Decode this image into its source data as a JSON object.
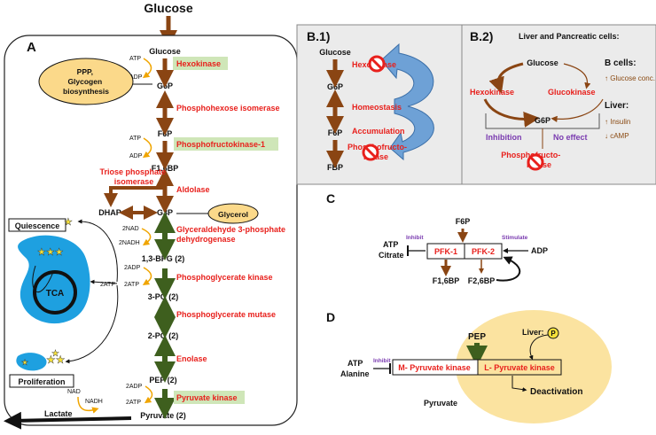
{
  "colors": {
    "brown_arrow": "#8a4513",
    "green_arrow": "#3e5f1e",
    "enzyme_red": "#e8201c",
    "highlight_green": "#cfe6b8",
    "orange_fill": "#fbd98a",
    "blue_fill": "#1ea0e0",
    "panel_gray": "#ebebeb",
    "yellow_circle": "#fbe3a0",
    "purple": "#7a3bb0"
  },
  "top": {
    "glucose": "Glucose"
  },
  "panelA": {
    "label": "A",
    "metabolites": {
      "glucose": "Glucose",
      "g6p": "G6P",
      "f6p": "F6P",
      "f16bp": "F1,6BP",
      "dhap": "DHAP",
      "g3p": "G3P",
      "bpg": "1,3-BPG (2)",
      "pg3": "3-PG (2)",
      "pg2": "2-PG (2)",
      "pep": "PEP (2)",
      "pyruvate": "Pyruvate (2)",
      "lactate": "Lactate"
    },
    "enzymes": {
      "hexokinase": "Hexokinase",
      "phi": "Phosphohexose isomerase",
      "pfk1": "Phosphofructokinase-1",
      "tpi": "Triose phosphate isomerase",
      "aldolase": "Aldolase",
      "gapdh": "Glyceraldehyde 3-phosphate dehydrogenase",
      "pgk": "Phosphoglycerate kinase",
      "pgm": "Phosphoglycerate mutase",
      "enolase": "Enolase",
      "pk": "Pyruvate kinase"
    },
    "cofactors": {
      "atp1": "ATP",
      "adp1": "ADP",
      "atp2": "ATP",
      "adp2": "ADP",
      "nad2": "2NAD",
      "nadh2": "2NADH",
      "adp3": "2ADP",
      "atp3": "2ATP",
      "adp4": "2ADP",
      "atp4": "2ATP",
      "nad": "NAD",
      "nadh": "NADH"
    },
    "ppp": [
      "PPP,",
      "Glycogen",
      "biosynthesis"
    ],
    "glycerol": "Glycerol",
    "quiescence": "Quiescence",
    "proliferation": "Proliferation",
    "tca": "TCA",
    "atp_side": "2ATP"
  },
  "panelB1": {
    "label": "B.1)",
    "glucose": "Glucose",
    "g6p": "G6P",
    "f6p": "F6P",
    "fbp": "FBP",
    "hexokinase": "Hexokinase",
    "homeostasis": "Homeostasis",
    "accumulation": "Accumulation",
    "pfk_top": "Phosphofructo-",
    "pfk_bottom": "kinase"
  },
  "panelB2": {
    "title": "B.2)",
    "subtitle": "Liver and Pancreatic cells:",
    "glucose": "Glucose",
    "hexokinase": "Hexokinase",
    "glucokinase": "Glucokinase",
    "g6p": "G6P",
    "inhibition": "Inhibition",
    "no_effect": "No effect",
    "pfk_top": "Phosphofructo-",
    "pfk_bottom": "kinase",
    "bcells": "B cells:",
    "bcells_item": "↑ Glucose conc.",
    "liver": "Liver:",
    "liver_item1": "↑ Insulin",
    "liver_item2": "↓ cAMP"
  },
  "panelC": {
    "label": "C",
    "f6p": "F6P",
    "atp": "ATP",
    "citrate": "Citrate",
    "inhibit": "Inhibit",
    "pfk1": "PFK-1",
    "pfk2": "PFK-2",
    "stimulate": "Stimulate",
    "adp": "ADP",
    "f16bp": "F1,6BP",
    "f26bp": "F2,6BP"
  },
  "panelD": {
    "label": "D",
    "pep": "PEP",
    "liver": "Liver:",
    "p": "P",
    "atp": "ATP",
    "alanine": "Alanine",
    "inhibit": "Inhibit",
    "mpk": "M- Pyruvate kinase",
    "lpk": "L- Pyruvate kinase",
    "deactivation": "Deactivation",
    "pyruvate": "Pyruvate"
  }
}
